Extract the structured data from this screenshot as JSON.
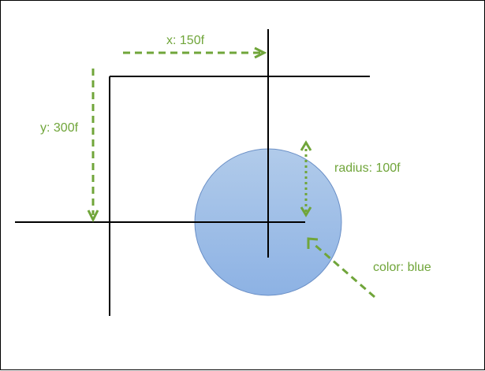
{
  "labels": {
    "x": "x: 150f",
    "y": "y: 300f",
    "radius": "radius: 100f",
    "color": "color: blue"
  },
  "colors": {
    "annotation": "#70a53a",
    "axis": "#000000",
    "circle_fill_top": "#b1cbea",
    "circle_fill_bottom": "#8db2e4",
    "circle_stroke": "#6a8fc6"
  }
}
